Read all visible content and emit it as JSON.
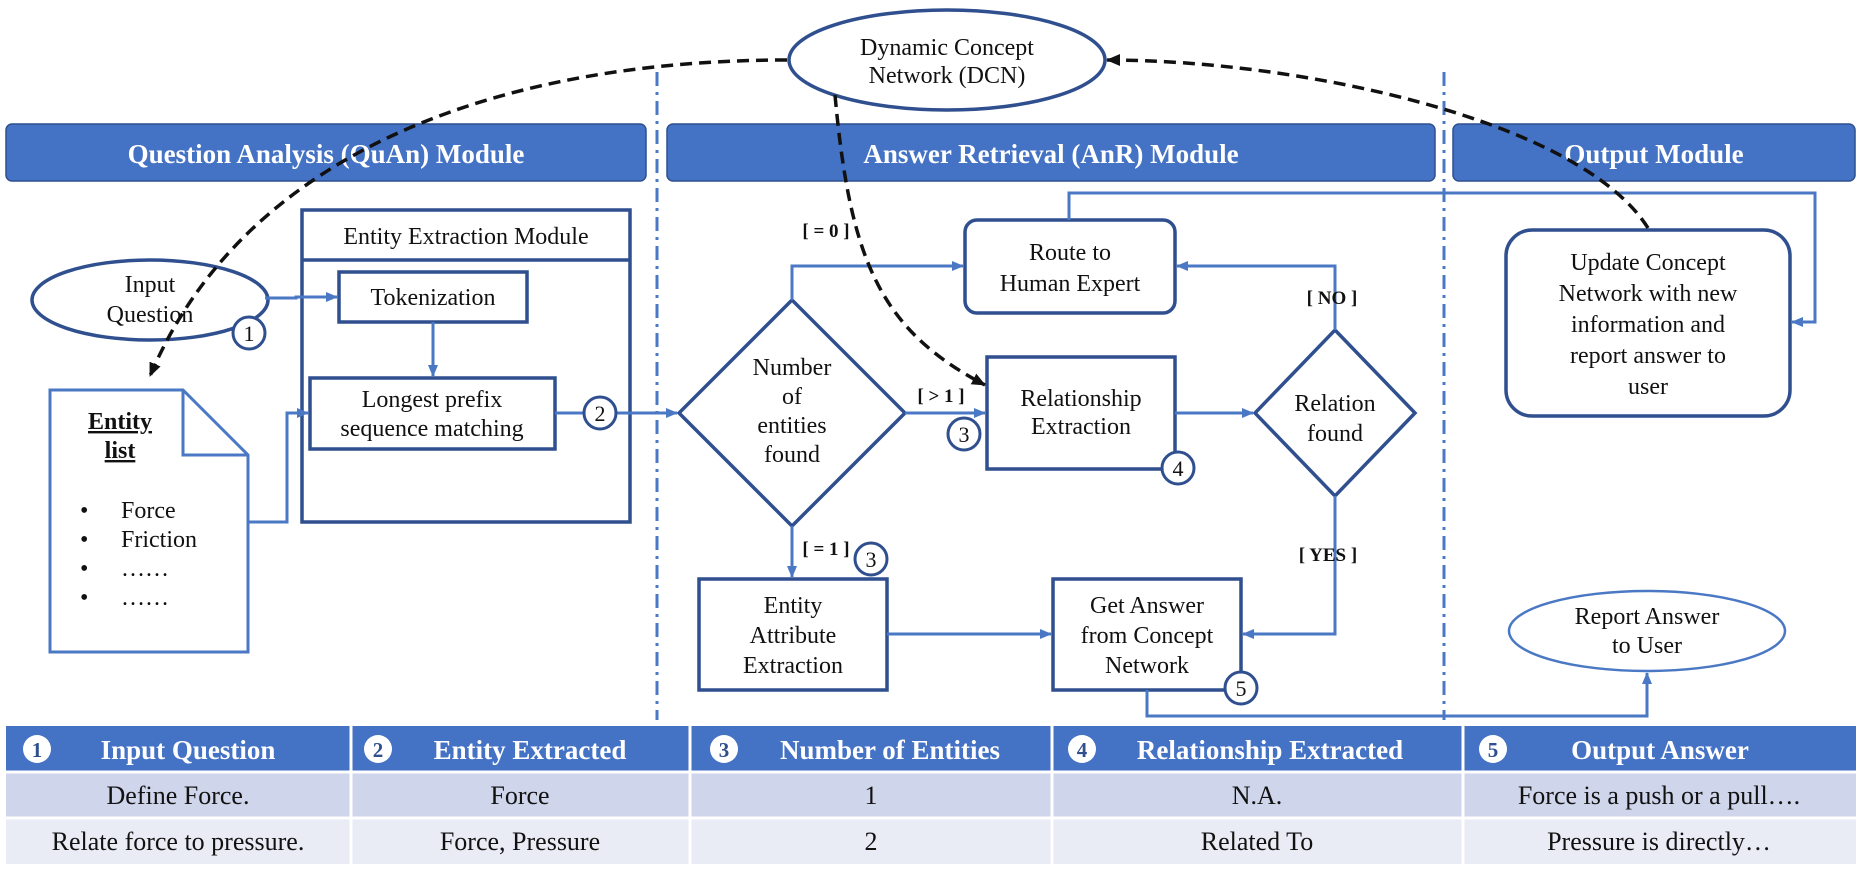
{
  "modules": {
    "quan": "Question Analysis (QuAn) Module",
    "anr": "Answer Retrieval (AnR) Module",
    "output": "Output Module"
  },
  "dcn": [
    "Dynamic Concept",
    "Network (DCN)"
  ],
  "input_question": [
    "Input",
    "Question"
  ],
  "entity_list": {
    "title": [
      "Entity",
      "list"
    ],
    "bullet": "•",
    "items": [
      "Force",
      "Friction",
      "……",
      "……"
    ]
  },
  "entity_extraction_module": "Entity Extraction Module",
  "tokenization": "Tokenization",
  "longest_prefix": [
    "Longest prefix",
    "sequence matching"
  ],
  "number_entities": [
    "Number",
    "of",
    "entities",
    "found"
  ],
  "route_human": [
    "Route to",
    "Human Expert"
  ],
  "relationship_extraction": [
    "Relationship",
    "Extraction"
  ],
  "relation_found": [
    "Relation",
    "found"
  ],
  "entity_attribute": [
    "Entity",
    "Attribute",
    "Extraction"
  ],
  "get_answer": [
    "Get Answer",
    "from Concept",
    "Network"
  ],
  "update_network": [
    "Update Concept",
    "Network with new",
    "information and",
    "report answer to",
    "user"
  ],
  "report_answer": [
    "Report Answer",
    "to User"
  ],
  "conditions": {
    "eq0": "[ = 0 ]",
    "gt1": "[ > 1 ]",
    "eq1": "[ = 1 ]",
    "no": "[ NO ]",
    "yes": "[ YES ]"
  },
  "step_numbers": [
    "1",
    "2",
    "3",
    "4",
    "5"
  ],
  "table": {
    "headers": [
      "Input Question",
      "Entity Extracted",
      "Number of Entities",
      "Relationship Extracted",
      "Output Answer"
    ],
    "rows": [
      [
        "Define Force.",
        "Force",
        "1",
        "N.A.",
        "Force is a push or a pull…."
      ],
      [
        "Relate force to pressure.",
        "Force, Pressure",
        "2",
        "Related To",
        "Pressure is directly…"
      ]
    ]
  },
  "colors": {
    "header_fill": "#4472c4",
    "flow_line": "#4a78c4",
    "shape_stroke": "#2f4f8f",
    "table_row_odd": "#cfd5ea",
    "table_row_even": "#e9ebf5"
  }
}
